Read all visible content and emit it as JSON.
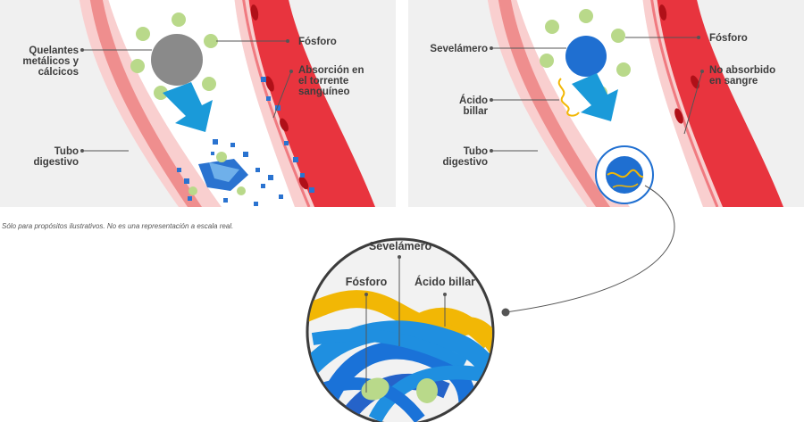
{
  "left_panel": {
    "quelantes": [
      "Quelantes",
      "metálicos y",
      "cálcicos"
    ],
    "fosforo": "Fósforo",
    "absorcion": [
      "Absorción en",
      "el torrente",
      "sanguíneo"
    ],
    "tubo": [
      "Tubo",
      "digestivo"
    ]
  },
  "right_panel": {
    "sevelamero": "Sevelámero",
    "fosforo": "Fósforo",
    "no_absorbido": [
      "No absorbido",
      "en sangre"
    ],
    "acido": [
      "Ácido",
      "billar"
    ],
    "tubo": [
      "Tubo",
      "digestivo"
    ]
  },
  "zoom": {
    "sevelamero": "Sevelámero",
    "fosforo": "Fósforo",
    "acido": "Ácido billar"
  },
  "disclaimer": "Sólo para propósitos ilustrativos. No es una representación a escala real.",
  "colors": {
    "panel_bg": "#f0f0f0",
    "intestine_pink": "#f6b6b6",
    "vessel_red": "#e8343e",
    "phosphorus_green": "#b9d98a",
    "binder_gray": "#8a8a8a",
    "arrow_blue": "#1a9ad9",
    "sevelamer_blue": "#1f6fd1",
    "bile_yellow": "#f2b705"
  }
}
